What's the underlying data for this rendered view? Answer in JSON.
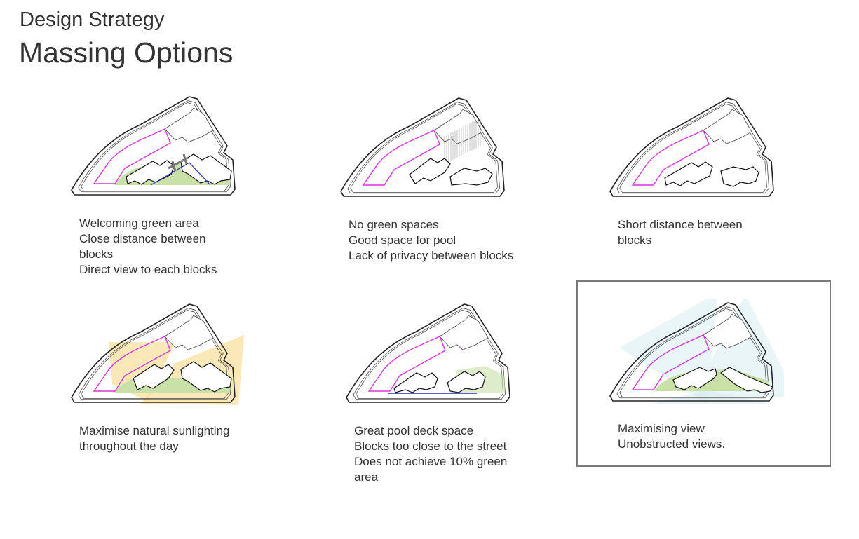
{
  "header": {
    "subtitle": "Design Strategy",
    "title": "Massing Options"
  },
  "options": [
    {
      "caption": [
        "Welcoming green area",
        "Close distance between",
        "blocks",
        "Direct view to each blocks"
      ]
    },
    {
      "caption": [
        "No green spaces",
        "Good space for pool",
        "Lack of privacy between blocks"
      ]
    },
    {
      "caption": [
        "Short distance between",
        "blocks"
      ]
    },
    {
      "caption": [
        "Maximise natural sunlighting",
        "throughout the day"
      ]
    },
    {
      "caption": [
        "Great pool deck space",
        "Blocks too close to the street",
        "Does not achieve 10% green",
        "area"
      ]
    },
    {
      "caption": [
        "Maximising view",
        "Unobstructed views."
      ]
    }
  ],
  "selected_option": 6,
  "colors": {
    "magenta": "#d63ad6",
    "green": "#c9e0a8",
    "sun": "#f7d98a",
    "view": "#dceef2",
    "text": "#333333"
  }
}
